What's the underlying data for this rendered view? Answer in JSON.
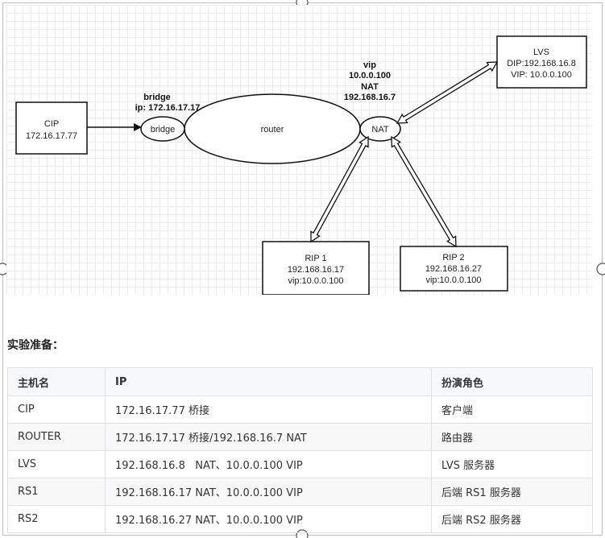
{
  "diagram": {
    "cip": {
      "title": "CIP",
      "ip": "172.16.17.77"
    },
    "bridge_label": {
      "line1": "bridge",
      "line2": "ip:  172.16.17.17"
    },
    "bridge_node": "bridge",
    "router_node": "router",
    "nat_node": "NAT",
    "nat_label": {
      "line1": "vip",
      "line2": "10.0.0.100",
      "line3": "NAT",
      "line4": "192.168.16.7"
    },
    "lvs": {
      "title": "LVS",
      "dip": "DIP:192.168.16.8",
      "vip": "VIP: 10.0.0.100"
    },
    "rip1": {
      "title": "RIP 1",
      "ip": "192.168.16.17",
      "vip": "vip:10.0.0.100"
    },
    "rip2": {
      "title": "RIP 2",
      "ip": "192.168.16.27",
      "vip": "vip:10.0.0.100"
    }
  },
  "section": {
    "heading": "实验准备："
  },
  "table": {
    "headers": [
      "主机名",
      "IP",
      "扮演角色"
    ],
    "rows": [
      [
        "CIP",
        "172.16.17.77 桥接",
        "客户端"
      ],
      [
        "ROUTER",
        "172.16.17.17 桥接/192.168.16.7 NAT",
        "路由器"
      ],
      [
        "LVS",
        "192.168.16.8   NAT、10.0.0.100 VIP",
        "LVS 服务器"
      ],
      [
        "RS1",
        "192.168.16.17 NAT、10.0.0.100 VIP",
        "后端 RS1 服务器"
      ],
      [
        "RS2",
        "192.168.16.27 NAT、10.0.0.100 VIP",
        "后端 RS2 服务器"
      ]
    ]
  }
}
